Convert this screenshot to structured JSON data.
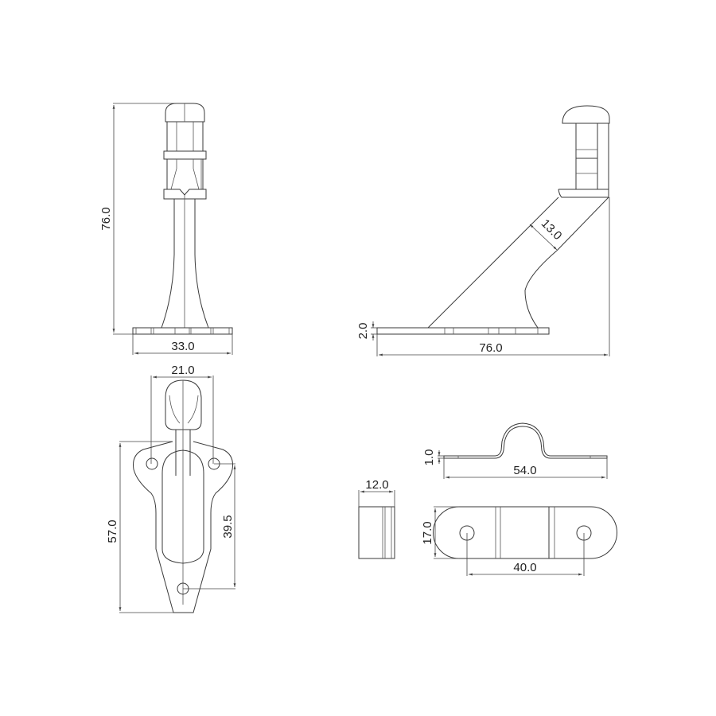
{
  "drawing": {
    "type": "technical-drawing",
    "subject": "door stopper with catch",
    "views": [
      {
        "id": "front-view",
        "dimensions": {
          "height": "76.0",
          "base_width": "33.0"
        }
      },
      {
        "id": "side-view",
        "dimensions": {
          "base_thickness": "2.0",
          "arm_width": "13.0",
          "length": "76.0"
        }
      },
      {
        "id": "top-view",
        "dimensions": {
          "head_width": "21.0",
          "length": "57.0",
          "hole_spacing": "39.5"
        }
      },
      {
        "id": "catch-end-view",
        "dimensions": {
          "width": "12.0"
        }
      },
      {
        "id": "catch-side-view",
        "dimensions": {
          "thickness": "1.0",
          "length": "54.0"
        }
      },
      {
        "id": "catch-top-view",
        "dimensions": {
          "height": "17.0",
          "hole_spacing": "40.0"
        }
      }
    ]
  },
  "labels": {
    "front_height": "76.0",
    "front_base": "33.0",
    "side_thickness": "2.0",
    "side_arm": "13.0",
    "side_length": "76.0",
    "top_head": "21.0",
    "top_length": "57.0",
    "top_holes": "39.5",
    "catch_width": "12.0",
    "catch_thickness": "1.0",
    "catch_length": "54.0",
    "catch_height": "17.0",
    "catch_holes": "40.0"
  },
  "colors": {
    "line": "#3a3a3a",
    "background": "#ffffff"
  }
}
